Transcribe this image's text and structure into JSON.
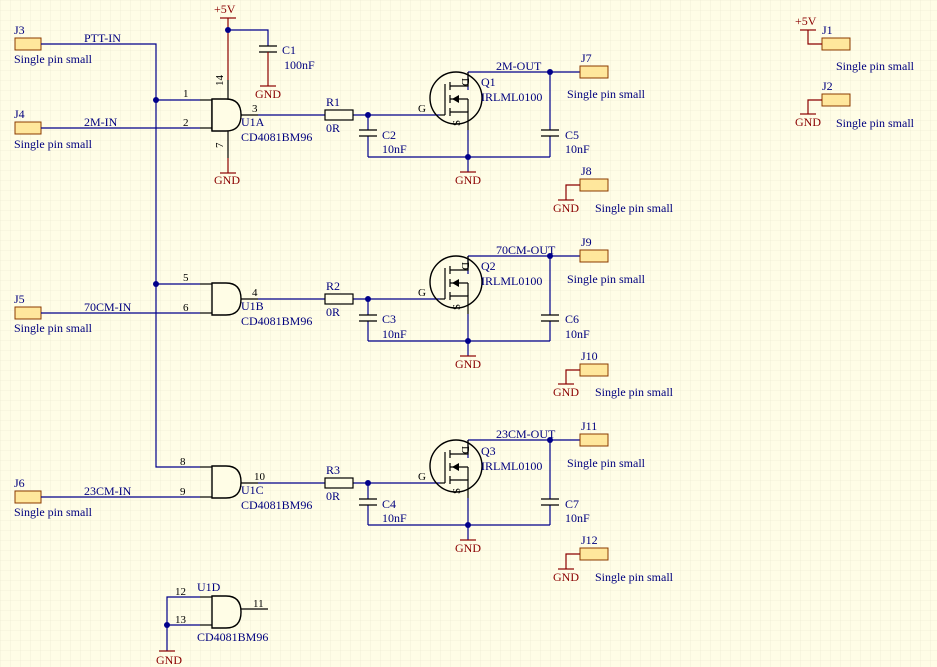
{
  "power": {
    "vcc_label": "+5V",
    "gnd_label": "GND"
  },
  "connectors": {
    "J1": {
      "ref": "J1",
      "desc": "Single pin small"
    },
    "J2": {
      "ref": "J2",
      "desc": "Single pin small"
    },
    "J3": {
      "ref": "J3",
      "desc": "Single pin small"
    },
    "J4": {
      "ref": "J4",
      "desc": "Single pin small"
    },
    "J5": {
      "ref": "J5",
      "desc": "Single pin small"
    },
    "J6": {
      "ref": "J6",
      "desc": "Single pin small"
    },
    "J7": {
      "ref": "J7",
      "desc": "Single pin small"
    },
    "J8": {
      "ref": "J8",
      "desc": "Single pin small"
    },
    "J9": {
      "ref": "J9",
      "desc": "Single pin small"
    },
    "J10": {
      "ref": "J10",
      "desc": "Single pin small"
    },
    "J11": {
      "ref": "J11",
      "desc": "Single pin small"
    },
    "J12": {
      "ref": "J12",
      "desc": "Single pin small"
    }
  },
  "nets": {
    "ptt_in": "PTT-IN",
    "m2_in": "2M-IN",
    "cm70_in": "70CM-IN",
    "cm23_in": "23CM-IN",
    "m2_out": "2M-OUT",
    "cm70_out": "70CM-OUT",
    "cm23_out": "23CM-OUT"
  },
  "gates": {
    "U1A": {
      "ref": "U1A",
      "part": "CD4081BM96",
      "pins": [
        "1",
        "2",
        "3"
      ],
      "vcc_pin": "14",
      "gnd_pin": "7"
    },
    "U1B": {
      "ref": "U1B",
      "part": "CD4081BM96",
      "pins": [
        "5",
        "6",
        "4"
      ]
    },
    "U1C": {
      "ref": "U1C",
      "part": "CD4081BM96",
      "pins": [
        "8",
        "9",
        "10"
      ]
    },
    "U1D": {
      "ref": "U1D",
      "part": "CD4081BM96",
      "pins": [
        "12",
        "13",
        "11"
      ]
    }
  },
  "resistors": {
    "R1": {
      "ref": "R1",
      "value": "0R"
    },
    "R2": {
      "ref": "R2",
      "value": "0R"
    },
    "R3": {
      "ref": "R3",
      "value": "0R"
    }
  },
  "capacitors": {
    "C1": {
      "ref": "C1",
      "value": "100nF"
    },
    "C2": {
      "ref": "C2",
      "value": "10nF"
    },
    "C3": {
      "ref": "C3",
      "value": "10nF"
    },
    "C4": {
      "ref": "C4",
      "value": "10nF"
    },
    "C5": {
      "ref": "C5",
      "value": "10nF"
    },
    "C6": {
      "ref": "C6",
      "value": "10nF"
    },
    "C7": {
      "ref": "C7",
      "value": "10nF"
    }
  },
  "mosfets": {
    "Q1": {
      "ref": "Q1",
      "part": "IRLML0100"
    },
    "Q2": {
      "ref": "Q2",
      "part": "IRLML0100"
    },
    "Q3": {
      "ref": "Q3",
      "part": "IRLML0100"
    },
    "pin_labels": {
      "g": "G",
      "d": "D",
      "s": "S"
    }
  },
  "colors": {
    "background": "#fffde6",
    "wire": "#00008b",
    "power": "#8b0000",
    "connector_fill": "#ffe79c",
    "text": "#00007f"
  }
}
